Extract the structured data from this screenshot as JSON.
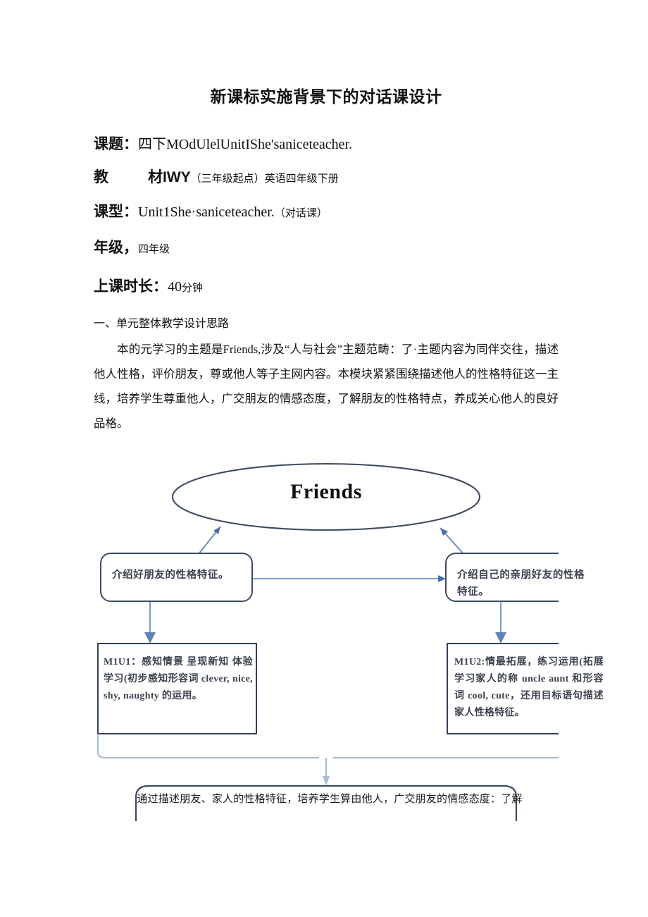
{
  "document": {
    "title": "新课标实施背景下的对话课设计",
    "meta": [
      {
        "id": "keti",
        "label": "课题：",
        "value": "四下MOdUlelUnitIShe'saniceteacher.",
        "note": ""
      },
      {
        "id": "jiaocai",
        "label": "教",
        "label2": "材IWY",
        "value": "",
        "note": "（三年级起点）英语四年级下册"
      },
      {
        "id": "kexing",
        "label": "课型：",
        "value": "Unit1She·saniceteacher.",
        "note": "（对话课）"
      },
      {
        "id": "nianji",
        "label": "年级，",
        "value": "",
        "note": "四年级"
      },
      {
        "id": "shichang",
        "label": "上课时长：",
        "value": "40",
        "note": "分钟"
      }
    ],
    "section_heading": "一、单元整体教学设计思路",
    "paragraph": "本的元学习的主题是Friends,涉及“人与社会”主题范畴：了·主题内容为同伴交往，描述他人性格，评价朋友，尊或他人等子主网内容。本模块紧紧围绕描述他人的性格特征这一主线，培养学生尊重他人，广交朋友的情感态度，了解朋友的性格特点，养成关心他人的良好品格。"
  },
  "diagram": {
    "ellipse_label": "Friends",
    "rounded_box_left": "介绍好朋友的性格特征。",
    "rounded_box_right": "介绍自己的亲朋好友的性格特征。",
    "square_box_left": "M1U1：感知情景 呈现新知 体验学习(初步感知形容词 clever, nice, shy, naughty 的运用。",
    "square_box_right": "M1U2:情最拓展，练习运用(拓展学习家人的称 uncle aunt 和形容词 cool, cute，还用目标语句描述家人性格特征。",
    "bottom_box_text": "通过描述朋友、家人的性格特征，培养学生算由他人，广交朋友的情感态度：了解",
    "colors": {
      "ellipse_stroke": "#3f4a5c",
      "arrow_blue": "#6c8fc0",
      "box_border_dark": "#3d4a63",
      "box_border_light": "#8fa8c4",
      "connector_light": "#a8bdd4"
    }
  }
}
